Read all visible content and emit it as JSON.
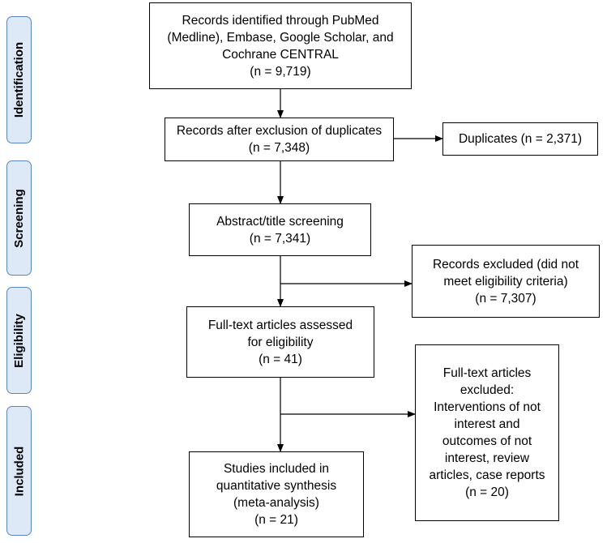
{
  "phases": {
    "identification": "Identification",
    "screening": "Screening",
    "eligibility": "Eligibility",
    "included": "Included"
  },
  "boxes": {
    "identified": {
      "lines": [
        "Records identified through PubMed",
        "(Medline), Embase, Google Scholar, and",
        "Cochrane CENTRAL",
        "(n = 9,719)"
      ]
    },
    "after_duplicates": {
      "lines": [
        "Records after exclusion of duplicates",
        "(n = 7,348)"
      ]
    },
    "duplicates": {
      "lines": [
        "Duplicates (n = 2,371)"
      ]
    },
    "abstract_screening": {
      "lines": [
        "Abstract/title screening",
        "(n = 7,341)"
      ]
    },
    "records_excluded": {
      "lines": [
        "Records excluded (did not",
        "meet eligibility criteria)",
        "(n = 7,307)"
      ]
    },
    "fulltext_assessed": {
      "lines": [
        "Full-text articles assessed",
        "for eligibility",
        "(n = 41)"
      ]
    },
    "fulltext_excluded": {
      "lines": [
        "Full-text articles",
        "excluded:",
        "Interventions of not",
        "interest and",
        "outcomes of not",
        "interest, review",
        "articles, case reports",
        "(n = 20)"
      ]
    },
    "included": {
      "lines": [
        "Studies included in",
        "quantitative synthesis",
        "(meta-analysis)",
        "(n = 21)"
      ]
    }
  }
}
